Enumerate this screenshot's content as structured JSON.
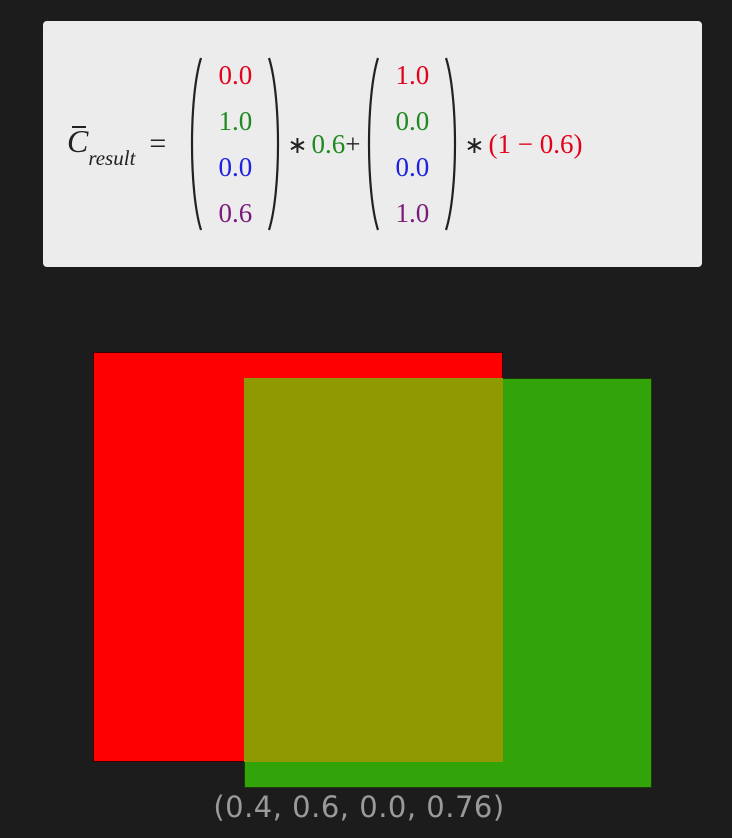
{
  "formula": {
    "lhs_symbol": "C",
    "lhs_subscript": "result",
    "equals": "=",
    "vector1": [
      "0.0",
      "1.0",
      "0.0",
      "0.6"
    ],
    "times1": "∗",
    "factor1": "0.6",
    "plus": "+",
    "vector2": [
      "1.0",
      "0.0",
      "0.0",
      "1.0"
    ],
    "times2": "∗",
    "factor2": "(1 − 0.6)"
  },
  "demo": {
    "colors": {
      "red": "#ff0000",
      "green": "#33a30a",
      "blended": "#8f9a02",
      "background": "#1c1c1c"
    },
    "result_label": "(0.4, 0.6, 0.0, 0.76)"
  }
}
